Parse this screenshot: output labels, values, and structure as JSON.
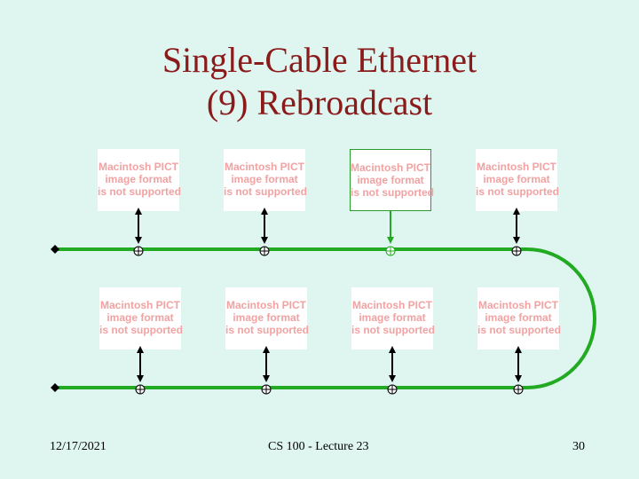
{
  "slide": {
    "title_line1": "Single-Cable Ethernet",
    "title_line2": "(9) Rebroadcast"
  },
  "placeholder": {
    "line1": "Macintosh PICT",
    "line2": "image format",
    "line3": "is not supported"
  },
  "footer": {
    "date": "12/17/2021",
    "course": "CS 100 - Lecture 23",
    "page": "30"
  },
  "colors": {
    "title": "#8b1a1a",
    "cable": "#22aa22",
    "background": "#dff5f0",
    "placeholder_text": "#f2a2a2"
  }
}
